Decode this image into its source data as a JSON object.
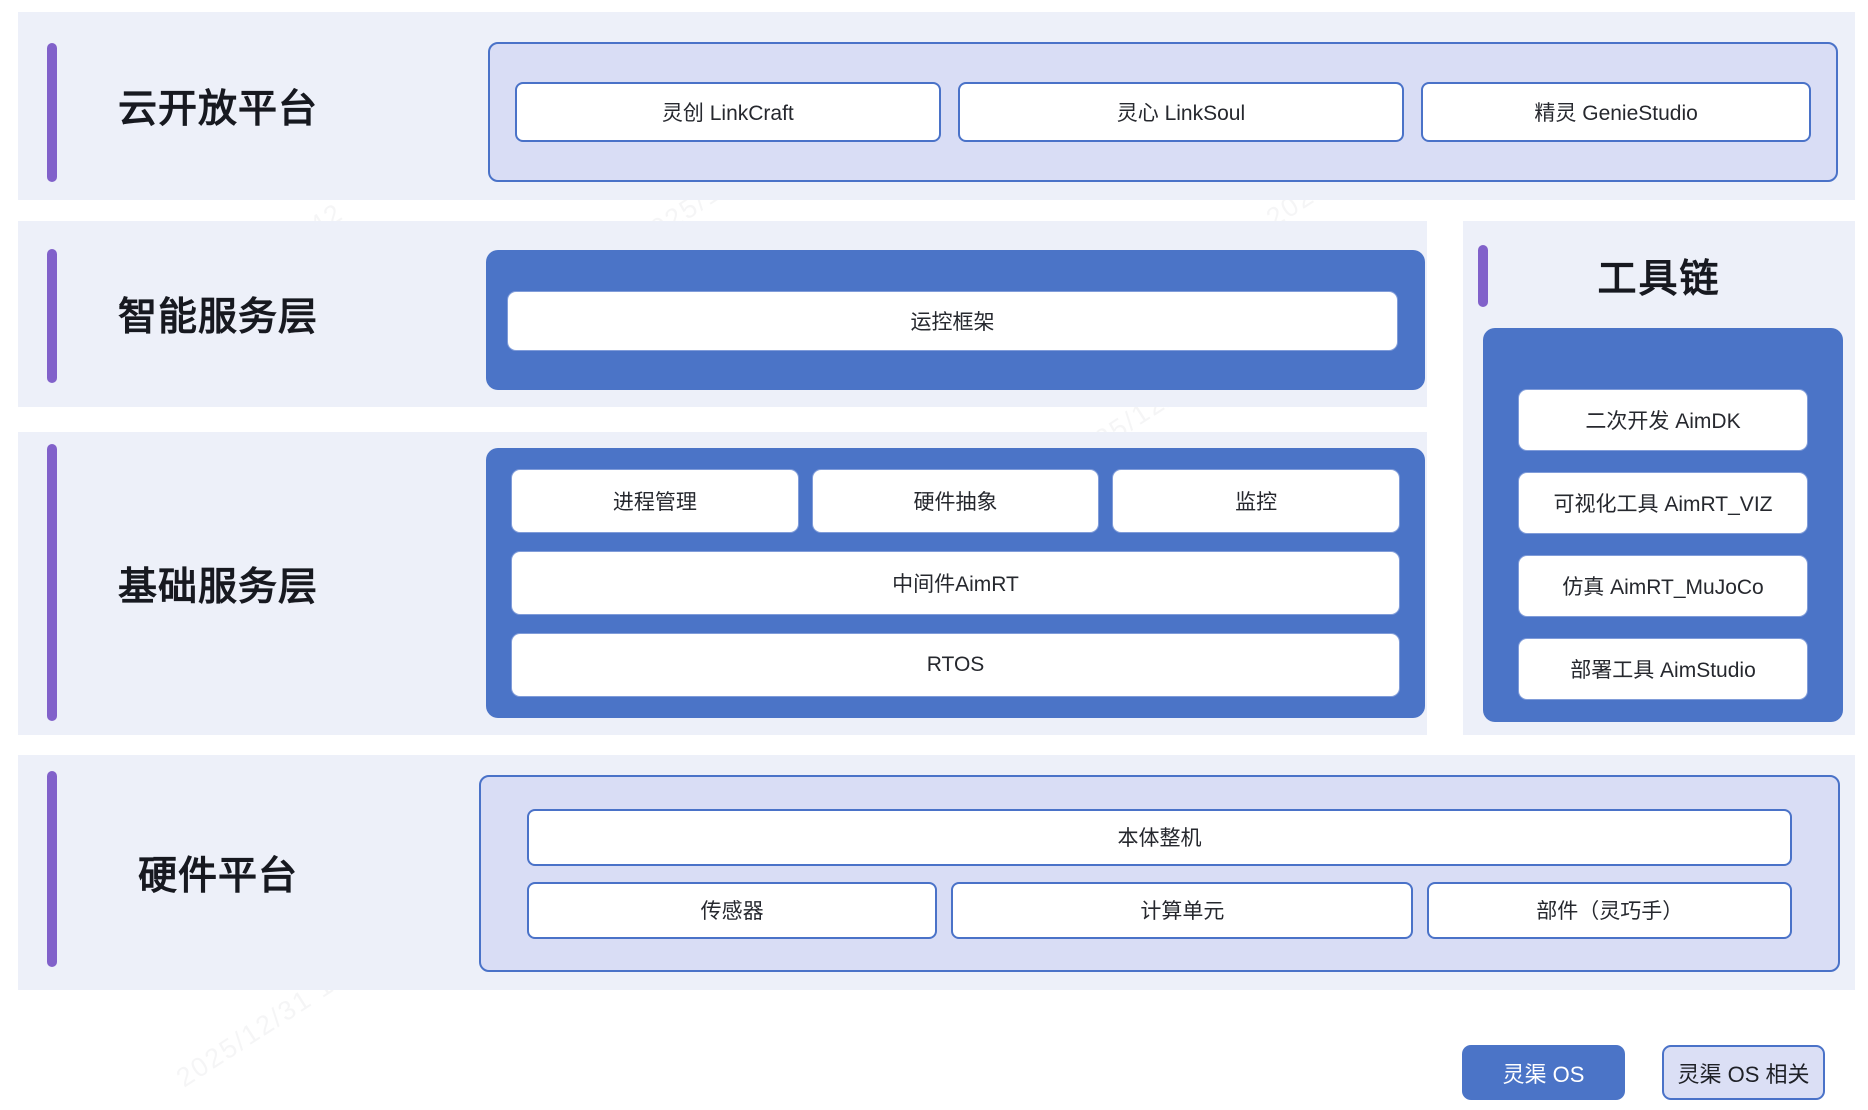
{
  "page": {
    "watermark": "2025/12/31 11:42"
  },
  "rows": [
    {
      "label": "云开放平台",
      "boxes": [
        "灵创 LinkCraft",
        "灵心 LinkSoul",
        "精灵 GenieStudio"
      ]
    },
    {
      "label": "智能服务层",
      "boxes": [
        "运控框架"
      ]
    },
    {
      "label": "基础服务层",
      "boxes_top": [
        "进程管理",
        "硬件抽象",
        "监控"
      ],
      "box_middle": "中间件AimRT",
      "box_bottom": "RTOS"
    },
    {
      "label": "硬件平台",
      "box_top": "本体整机",
      "boxes": [
        "传感器",
        "计算单元",
        "部件（灵巧手）"
      ]
    }
  ],
  "toolchain": {
    "title": "工具链",
    "boxes": [
      "二次开发 AimDK",
      "可视化工具 AimRT_VIZ",
      "仿真 AimRT_MuJoCo",
      "部署工具 AimStudio"
    ]
  },
  "legend": {
    "primary": "灵渠 OS",
    "secondary": "灵渠 OS 相关"
  },
  "colors": {
    "row_background": "#edf0f9",
    "lavender_fill": "#d9ddf5",
    "blue_fill": "#4b74c7",
    "border_blue": "#4a72c8",
    "accent_purple": "#8161ca",
    "title_text": "#171920",
    "box_text": "#26282e"
  }
}
